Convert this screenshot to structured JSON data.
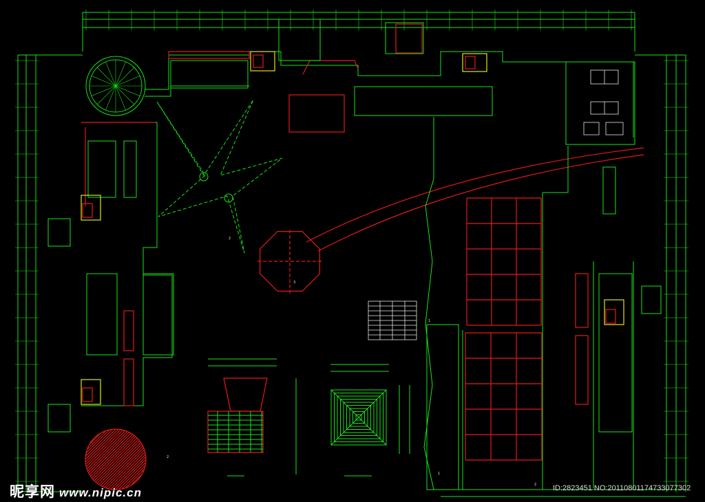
{
  "drawing": {
    "title": "",
    "colors": {
      "background": "#000000",
      "primary_line": "#19e619",
      "accent_line": "#e61919",
      "label": "#e8e8e8",
      "highlight": "#e6e619"
    }
  },
  "watermark": {
    "logo_text": "昵享网",
    "site": "www.nipic.cn",
    "id_text": "ID:2823451 NO:20110801174733077302"
  }
}
